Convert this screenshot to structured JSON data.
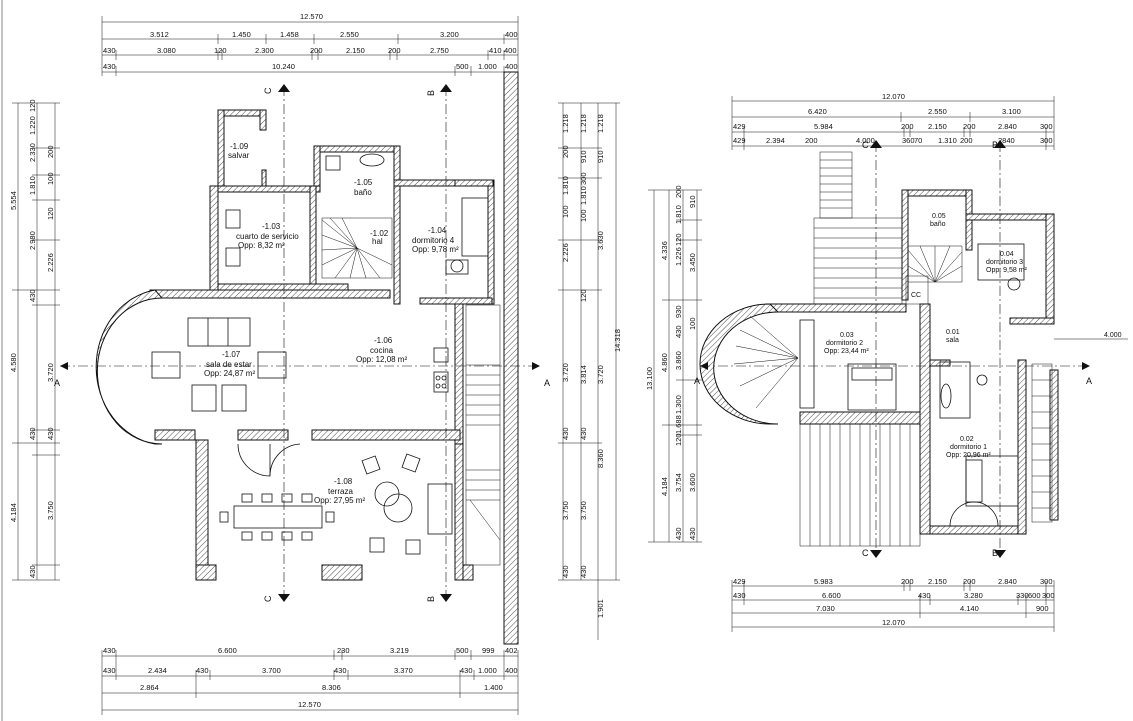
{
  "plan1": {
    "dims_top": [
      {
        "id": "t0",
        "text": "12.570"
      },
      {
        "id": "t1a",
        "text": "3.512"
      },
      {
        "id": "t1b",
        "text": "1.450"
      },
      {
        "id": "t1c",
        "text": "1.458"
      },
      {
        "id": "t1d",
        "text": "2.550"
      },
      {
        "id": "t1e",
        "text": "3.200"
      },
      {
        "id": "t1f",
        "text": "400"
      },
      {
        "id": "t2a",
        "text": "430"
      },
      {
        "id": "t2b",
        "text": "3.080"
      },
      {
        "id": "t2c",
        "text": "120"
      },
      {
        "id": "t2d",
        "text": "2.300"
      },
      {
        "id": "t2e",
        "text": "200"
      },
      {
        "id": "t2f",
        "text": "2.150"
      },
      {
        "id": "t2g",
        "text": "200"
      },
      {
        "id": "t2h",
        "text": "2.750"
      },
      {
        "id": "t2i",
        "text": "410"
      },
      {
        "id": "t2j",
        "text": "400"
      },
      {
        "id": "t3a",
        "text": "430"
      },
      {
        "id": "t3b",
        "text": "10.240"
      },
      {
        "id": "t3c",
        "text": "500"
      },
      {
        "id": "t3d",
        "text": "1.000"
      },
      {
        "id": "t3e",
        "text": "400"
      }
    ],
    "dims_bottom": [
      {
        "id": "b1a",
        "text": "430"
      },
      {
        "id": "b1b",
        "text": "6.600"
      },
      {
        "id": "b1c",
        "text": "230"
      },
      {
        "id": "b1d",
        "text": "3.219"
      },
      {
        "id": "b1e",
        "text": "500"
      },
      {
        "id": "b1f",
        "text": "999"
      },
      {
        "id": "b1g",
        "text": "402"
      },
      {
        "id": "b2a",
        "text": "430"
      },
      {
        "id": "b2b",
        "text": "2.434"
      },
      {
        "id": "b2c",
        "text": "430"
      },
      {
        "id": "b2d",
        "text": "3.700"
      },
      {
        "id": "b2e",
        "text": "430"
      },
      {
        "id": "b2f",
        "text": "3.370"
      },
      {
        "id": "b2g",
        "text": "430"
      },
      {
        "id": "b2h",
        "text": "1.000"
      },
      {
        "id": "b2i",
        "text": "400"
      },
      {
        "id": "b3a",
        "text": "2.864"
      },
      {
        "id": "b3b",
        "text": "8.306"
      },
      {
        "id": "b3c",
        "text": "1.400"
      },
      {
        "id": "b4a",
        "text": "12.570"
      }
    ],
    "dims_left": [
      {
        "id": "l1a",
        "text": "5.554"
      },
      {
        "id": "l1b",
        "text": "4.580"
      },
      {
        "id": "l1c",
        "text": "4.184"
      },
      {
        "id": "l2a",
        "text": "1.220"
      },
      {
        "id": "l2b",
        "text": "2.330"
      },
      {
        "id": "l2c",
        "text": "1.810"
      },
      {
        "id": "l2d",
        "text": "2.980"
      },
      {
        "id": "l2e",
        "text": "2.226"
      },
      {
        "id": "l2f",
        "text": "3.720"
      },
      {
        "id": "l2g",
        "text": "3.750"
      },
      {
        "id": "l3a",
        "text": "120"
      },
      {
        "id": "l3b",
        "text": "200"
      },
      {
        "id": "l3c",
        "text": "120"
      },
      {
        "id": "l3d",
        "text": "100"
      },
      {
        "id": "l3e",
        "text": "430"
      },
      {
        "id": "l3f",
        "text": "430"
      },
      {
        "id": "l3g",
        "text": "430"
      },
      {
        "id": "l3h",
        "text": "430"
      }
    ],
    "dims_right": [
      {
        "id": "r1a",
        "text": "1.218"
      },
      {
        "id": "r1b",
        "text": "1.218"
      },
      {
        "id": "r1c",
        "text": "1.218"
      },
      {
        "id": "r2a",
        "text": "200"
      },
      {
        "id": "r2b",
        "text": "910"
      },
      {
        "id": "r2c",
        "text": "300"
      },
      {
        "id": "r2d",
        "text": "910"
      },
      {
        "id": "r3a",
        "text": "1.810"
      },
      {
        "id": "r3b",
        "text": "1.810"
      },
      {
        "id": "r3c",
        "text": "100"
      },
      {
        "id": "r3d",
        "text": "100"
      },
      {
        "id": "r4a",
        "text": "2.226"
      },
      {
        "id": "r4b",
        "text": "3.630"
      },
      {
        "id": "r4c",
        "text": "120"
      },
      {
        "id": "r4d",
        "text": "14.318"
      },
      {
        "id": "r5a",
        "text": "3.720"
      },
      {
        "id": "r5b",
        "text": "3.814"
      },
      {
        "id": "r5c",
        "text": "3.720"
      },
      {
        "id": "r6a",
        "text": "430"
      },
      {
        "id": "r6b",
        "text": "430"
      },
      {
        "id": "r6c",
        "text": "8.360"
      },
      {
        "id": "r7a",
        "text": "3.750"
      },
      {
        "id": "r7b",
        "text": "3.750"
      },
      {
        "id": "r7c",
        "text": "430"
      },
      {
        "id": "r7d",
        "text": "430"
      },
      {
        "id": "r7e",
        "text": "1.901"
      }
    ],
    "rooms": [
      {
        "id": "p1r1",
        "num": "-1.09",
        "name": "salvar",
        "area": ""
      },
      {
        "id": "p1r2",
        "num": "-1.05",
        "name": "baño",
        "area": ""
      },
      {
        "id": "p1r3",
        "num": "-1.03",
        "name": "cuarto de servicio",
        "area": "Opp: 8,32 m²"
      },
      {
        "id": "p1r4",
        "num": "-1.04",
        "name": "dormitorio 4",
        "area": "Opp: 9,78 m²"
      },
      {
        "id": "p1r5",
        "num": "-1.02",
        "name": "hal",
        "area": ""
      },
      {
        "id": "p1r6",
        "num": "-1.06",
        "name": "cocina",
        "area": "Opp: 12,08 m²"
      },
      {
        "id": "p1r7",
        "num": "-1.07",
        "name": "sala de estar",
        "area": "Opp: 24,87 m²"
      },
      {
        "id": "p1r8",
        "num": "-1.08",
        "name": "terraza",
        "area": "Opp: 27,95 m²"
      }
    ],
    "axes": {
      "a": "A",
      "b": "B",
      "c": "C"
    }
  },
  "plan2": {
    "dims_top": [
      {
        "id": "u0",
        "text": "12.070"
      },
      {
        "id": "u1a",
        "text": "6.420"
      },
      {
        "id": "u1b",
        "text": "2.550"
      },
      {
        "id": "u1c",
        "text": "3.100"
      },
      {
        "id": "u2a",
        "text": "429"
      },
      {
        "id": "u2b",
        "text": "5.984"
      },
      {
        "id": "u2c",
        "text": "200"
      },
      {
        "id": "u2d",
        "text": "2.150"
      },
      {
        "id": "u2e",
        "text": "200"
      },
      {
        "id": "u2f",
        "text": "2.840"
      },
      {
        "id": "u2g",
        "text": "300"
      },
      {
        "id": "u3a",
        "text": "429"
      },
      {
        "id": "u3b",
        "text": "2.394"
      },
      {
        "id": "u3c",
        "text": "200"
      },
      {
        "id": "u3d",
        "text": "4.000"
      },
      {
        "id": "u3e",
        "text": "360"
      },
      {
        "id": "u3f",
        "text": "70"
      },
      {
        "id": "u3g",
        "text": "1.310"
      },
      {
        "id": "u3h",
        "text": "200"
      },
      {
        "id": "u3i",
        "text": "2840"
      },
      {
        "id": "u3j",
        "text": "300"
      }
    ],
    "dims_bottom": [
      {
        "id": "v1a",
        "text": "429"
      },
      {
        "id": "v1b",
        "text": "5.983"
      },
      {
        "id": "v1c",
        "text": "200"
      },
      {
        "id": "v1d",
        "text": "2.150"
      },
      {
        "id": "v1e",
        "text": "200"
      },
      {
        "id": "v1f",
        "text": "2.840"
      },
      {
        "id": "v1g",
        "text": "300"
      },
      {
        "id": "v2a",
        "text": "430"
      },
      {
        "id": "v2b",
        "text": "6.600"
      },
      {
        "id": "v2c",
        "text": "430"
      },
      {
        "id": "v2d",
        "text": "3.280"
      },
      {
        "id": "v2e",
        "text": "330"
      },
      {
        "id": "v2f",
        "text": "600"
      },
      {
        "id": "v2g",
        "text": "300"
      },
      {
        "id": "v3a",
        "text": "7.030"
      },
      {
        "id": "v3b",
        "text": "4.140"
      },
      {
        "id": "v3c",
        "text": "900"
      },
      {
        "id": "v4a",
        "text": "12.070"
      }
    ],
    "dims_left": [
      {
        "id": "w1a",
        "text": "13.100"
      },
      {
        "id": "w2a",
        "text": "4.336"
      },
      {
        "id": "w2b",
        "text": "4.860"
      },
      {
        "id": "w2c",
        "text": "4.184"
      },
      {
        "id": "w3a",
        "text": "1.810"
      },
      {
        "id": "w3b",
        "text": "1.226"
      },
      {
        "id": "w3c",
        "text": "3.450"
      },
      {
        "id": "w3d",
        "text": "3.860"
      },
      {
        "id": "w3e",
        "text": "1.300"
      },
      {
        "id": "w3f",
        "text": "3.754"
      },
      {
        "id": "w3g",
        "text": "3.600"
      },
      {
        "id": "w4a",
        "text": "200"
      },
      {
        "id": "w4b",
        "text": "910"
      },
      {
        "id": "w4c",
        "text": "120"
      },
      {
        "id": "w4d",
        "text": "930"
      },
      {
        "id": "w4e",
        "text": "430"
      },
      {
        "id": "w4f",
        "text": "100"
      },
      {
        "id": "w4g",
        "text": "1.688"
      },
      {
        "id": "w4h",
        "text": "120"
      },
      {
        "id": "w4i",
        "text": "430"
      },
      {
        "id": "w4j",
        "text": "430"
      }
    ],
    "rooms": [
      {
        "id": "p2r1",
        "num": "0.05",
        "name": "baño",
        "area": ""
      },
      {
        "id": "p2r2",
        "num": "0.04",
        "name": "dormitorio 3",
        "area": "Opp: 9,58 m²"
      },
      {
        "id": "p2r3",
        "num": "0.03",
        "name": "dormitorio 2",
        "area": "Opp: 23,44 m²"
      },
      {
        "id": "p2r4",
        "num": "0.01",
        "name": "sala",
        "area": ""
      },
      {
        "id": "p2r5",
        "num": "0.02",
        "name": "dormitorio 1",
        "area": "Opp: 20,96 m²"
      }
    ],
    "labels": {
      "cc": "CC",
      "dim_4000": "4.000"
    },
    "axes": {
      "a": "A",
      "b": "B",
      "c": "C"
    }
  }
}
